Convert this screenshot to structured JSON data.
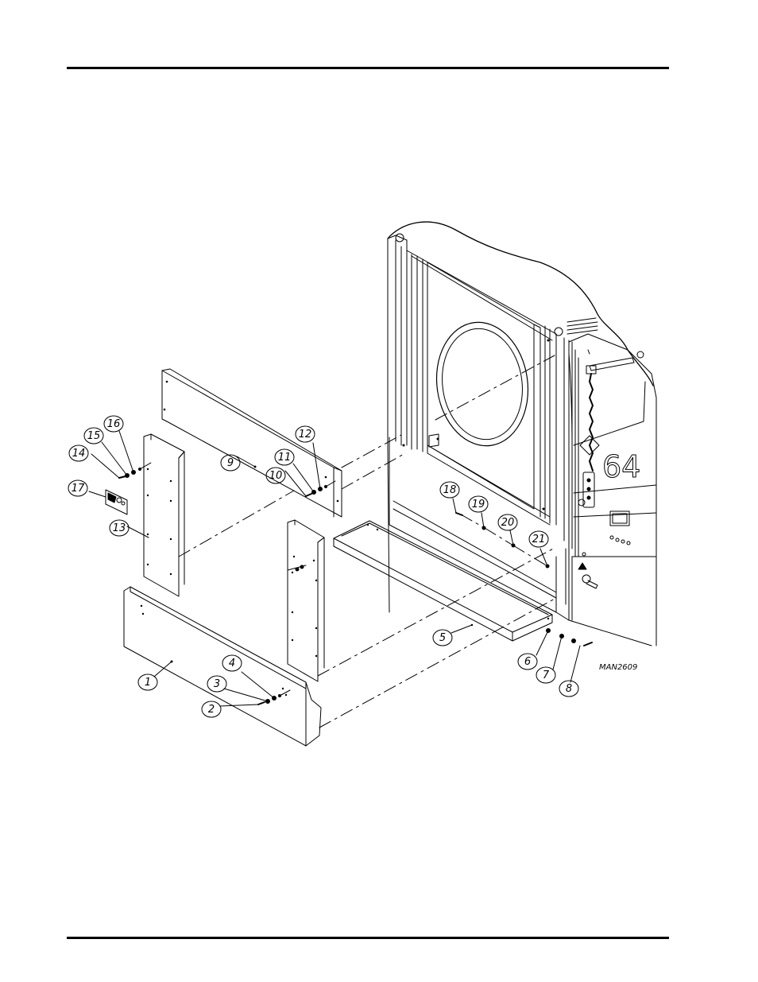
{
  "drawing": {
    "id": "MAN2609",
    "panel_brand": "64",
    "callouts": [
      "1",
      "2",
      "3",
      "4",
      "5",
      "6",
      "7",
      "8",
      "9",
      "10",
      "11",
      "12",
      "13",
      "14",
      "15",
      "16",
      "17",
      "18",
      "19",
      "20",
      "21"
    ]
  },
  "colors": {
    "line": "#000000",
    "background": "#ffffff"
  }
}
